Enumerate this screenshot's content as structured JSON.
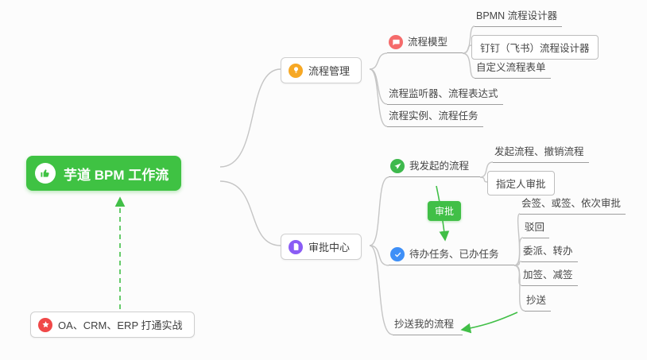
{
  "app": {
    "type": "mindmap",
    "accent_green": "#41bf47",
    "connector_gray": "#c5c5c5"
  },
  "root": {
    "label": "芋道 BPM 工作流",
    "icon": "thumbs-up-icon",
    "bg_color": "#3fc243"
  },
  "relation": {
    "approval_label": "审批"
  },
  "nodes": {
    "process_management": {
      "label": "流程管理",
      "icon": "bulb-icon",
      "icon_color": "#f7a824"
    },
    "process_model": {
      "label": "流程模型",
      "icon": "chat-icon",
      "icon_color": "#f56b6b"
    },
    "bpmn_designer": {
      "label": "BPMN 流程设计器"
    },
    "dingtalk_feishu_designer": {
      "label": "钉钉（飞书）流程设计器"
    },
    "custom_process_form": {
      "label": "自定义流程表单"
    },
    "listener_expression": {
      "label": "流程监听器、流程表达式"
    },
    "instance_task": {
      "label": "流程实例、流程任务"
    },
    "approval_center": {
      "label": "审批中心",
      "icon": "document-icon",
      "icon_color": "#8a5cf5"
    },
    "my_initiated": {
      "label": "我发起的流程",
      "icon": "send-icon",
      "icon_color": "#3eb94d"
    },
    "initiate_cancel": {
      "label": "发起流程、撤销流程"
    },
    "assigned_approver": {
      "label": "指定人审批"
    },
    "todo_done_tasks": {
      "label": "待办任务、已办任务",
      "icon": "check-icon",
      "icon_color": "#3e8ff7"
    },
    "countersign": {
      "label": "会签、或签、依次审批"
    },
    "reject": {
      "label": "驳回"
    },
    "delegate_transfer": {
      "label": "委派、转办"
    },
    "add_reduce_sign": {
      "label": "加签、减签"
    },
    "carbon_copy": {
      "label": "抄送"
    },
    "cc_my_process": {
      "label": "抄送我的流程"
    },
    "oa_crm_erp": {
      "label": "OA、CRM、ERP 打通实战",
      "icon": "star-icon",
      "icon_color": "#f04848"
    }
  }
}
